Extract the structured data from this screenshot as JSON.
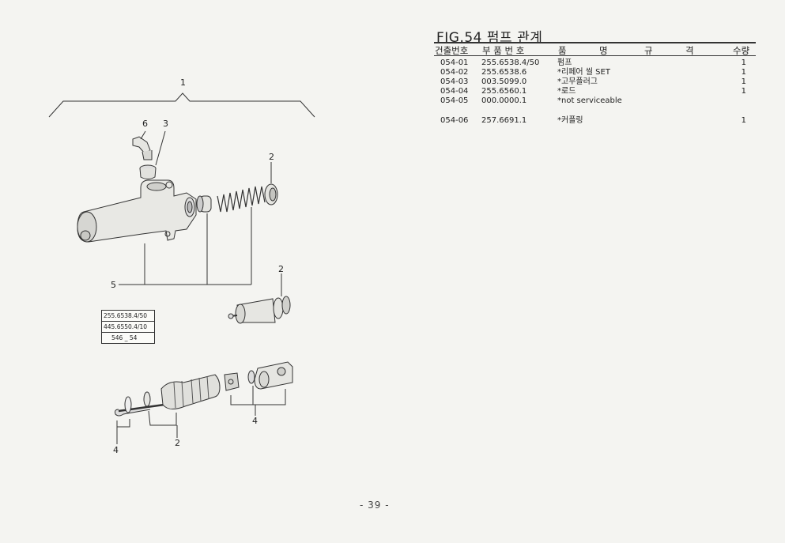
{
  "figure": {
    "title": "FIG.54 펌프 관계",
    "columns": {
      "index": "건출번호",
      "part_number": "부 품 번 호",
      "name_1": "품",
      "name_2": "명",
      "spec_1": "규",
      "spec_2": "격",
      "qty": "수량"
    },
    "rows": [
      {
        "no": "054-01",
        "part_number": "255.6538.4/50",
        "name": "펌프",
        "qty": "1"
      },
      {
        "no": "054-02",
        "part_number": "255.6538.6",
        "name": "*리페어 씰 SET",
        "qty": "1"
      },
      {
        "no": "054-03",
        "part_number": "003.5099.0",
        "name": "*고무플러그",
        "qty": "1"
      },
      {
        "no": "054-04",
        "part_number": "255.6560.1",
        "name": "*로드",
        "qty": "1"
      },
      {
        "no": "054-05",
        "part_number": "000.0000.1",
        "name": "*not serviceable",
        "qty": ""
      },
      {
        "no": "054-06",
        "part_number": "257.6691.1",
        "name": "*커플링",
        "qty": "1"
      }
    ]
  },
  "diagram": {
    "callouts": {
      "c1": "1",
      "c6": "6",
      "c3": "3",
      "c2a": "2",
      "c5": "5",
      "c2b": "2",
      "c4a": "4",
      "c4b": "4",
      "c2c": "2"
    },
    "code_box": [
      "255.6538.4/50",
      "445.6550.4/10",
      "546 _ 54"
    ]
  },
  "page_number": "- 39 -"
}
